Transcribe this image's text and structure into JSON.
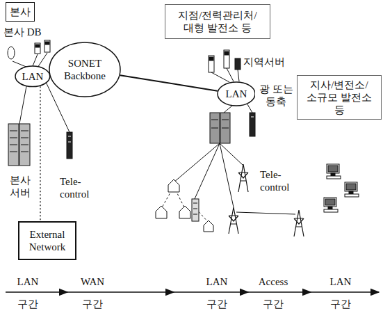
{
  "diagram": {
    "nodes": [
      {
        "text": [
          "본사"
        ]
      },
      {
        "text": [
          "지점/전력관리처/ 대형 발전소 등"
        ]
      },
      {
        "text": [
          "LAN"
        ]
      },
      {
        "text": [
          "SONET Backbone"
        ]
      },
      {
        "text": [
          "LAN"
        ]
      },
      {
        "text": [
          "지사/변전소/ 소규모 발전소 등"
        ]
      },
      {
        "text": [
          "External Network"
        ]
      }
    ],
    "edges": [
      {
        "from": 2,
        "to": 3,
        "arrow": "none"
      },
      {
        "from": 3,
        "to": 4,
        "arrow": "none"
      },
      {
        "from": 4,
        "to": 5,
        "label": "광 또는 동축",
        "arrow": "none"
      },
      {
        "from": 2,
        "to": 6,
        "arrow": "none"
      }
    ],
    "labels": [
      "본사 DB",
      "지역서버",
      "본사 서버",
      "Tele- control",
      "Tele- control",
      "LAN",
      "WAN",
      "LAN",
      "Access",
      "LAN",
      "구간",
      "구간",
      "구간",
      "구간",
      "구간"
    ]
  }
}
